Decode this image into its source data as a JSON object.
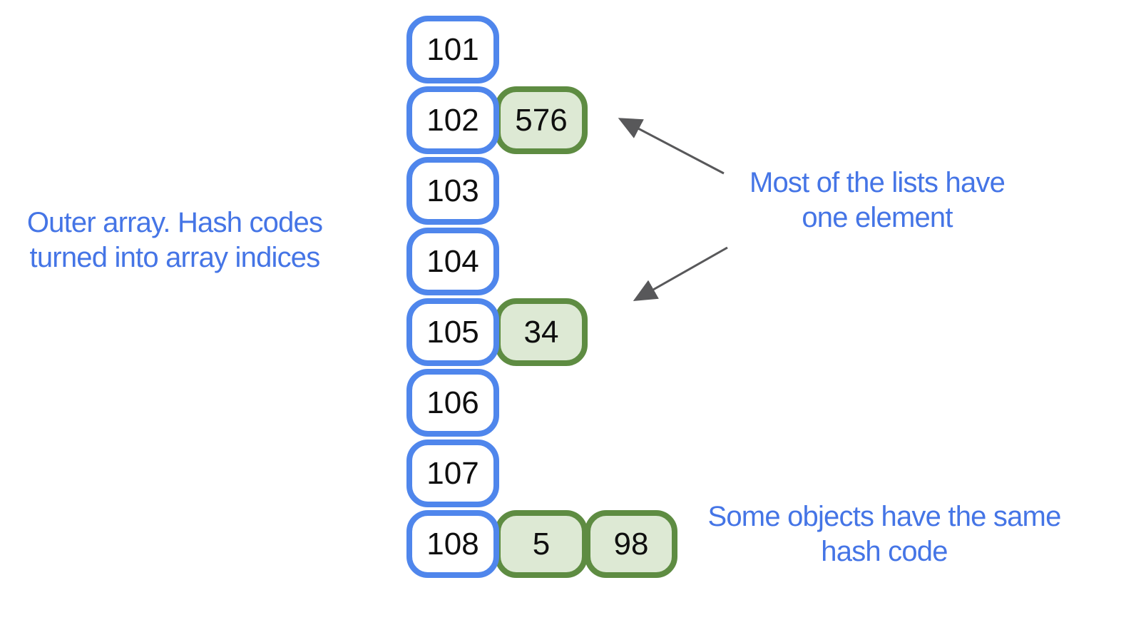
{
  "annotations": {
    "outer_array": {
      "lines": [
        "Outer array. Hash codes",
        "turned into array indices"
      ]
    },
    "most_lists": {
      "lines": [
        "Most of the lists have",
        "one element"
      ]
    },
    "same_hash": {
      "lines": [
        "Some objects have the same",
        "hash code"
      ]
    }
  },
  "buckets": [
    {
      "index": "101",
      "entries": []
    },
    {
      "index": "102",
      "entries": [
        "576"
      ]
    },
    {
      "index": "103",
      "entries": []
    },
    {
      "index": "104",
      "entries": []
    },
    {
      "index": "105",
      "entries": [
        "34"
      ]
    },
    {
      "index": "106",
      "entries": []
    },
    {
      "index": "107",
      "entries": []
    },
    {
      "index": "108",
      "entries": [
        "5",
        "98"
      ]
    }
  ],
  "colors": {
    "annotation_text": "#4575e6",
    "bucket_border": "#4f86ec",
    "bucket_fill": "#ffffff",
    "entry_border": "#5e8c42",
    "entry_fill": "#dde9d4",
    "number_text": "#0f0f0f",
    "arrow": "#58585a",
    "canvas_bg": "#ffffff"
  }
}
